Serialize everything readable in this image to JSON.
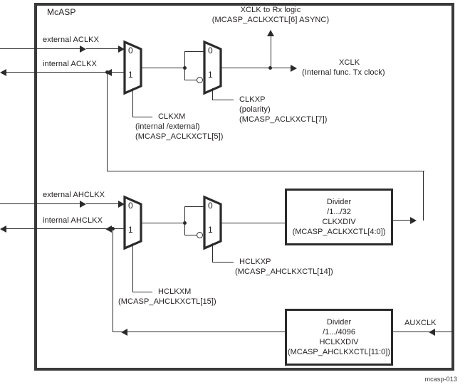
{
  "figure": {
    "id_label": "mcasp-013",
    "module_title": "McASP"
  },
  "signals": {
    "external_aclkx": "external ACLKX",
    "internal_aclkx": "internal ACLKX",
    "external_ahclkx": "external AHCLKX",
    "internal_ahclkx": "internal AHCLKX",
    "auxclk": "AUXCLK"
  },
  "outputs": {
    "rx_logic_line1": "XCLK to Rx logic",
    "rx_logic_line2": "(MCASP_ACLKXCTL[6] ASYNC)",
    "xclk_line1": "XCLK",
    "xclk_line2": "(Internal func. Tx clock)"
  },
  "controls": {
    "clkxm": {
      "name": "CLKXM",
      "desc": "(internal /external)",
      "reg": "(MCASP_ACLKXCTL[5])"
    },
    "clkxp": {
      "name": "CLKXP",
      "desc": "(polarity)",
      "reg": "(MCASP_ACLKXCTL[7])"
    },
    "hclkxp": {
      "name": "HCLKXP",
      "reg": "(MCASP_AHCLKXCTL[14])"
    },
    "hclkxm": {
      "name": "HCLKXM",
      "reg": "(MCASP_AHCLKXCTL[15])"
    }
  },
  "dividers": {
    "clkxdiv": {
      "title": "Divider",
      "range": "/1.../32",
      "name": "CLKXDIV",
      "reg": "(MCASP_ACLKXCTL[4:0])"
    },
    "hclkxdiv": {
      "title": "Divider",
      "range": "/1.../4096",
      "name": "HCLKXDIV",
      "reg": "(MCASP_AHCLKXCTL[11:0])"
    }
  },
  "mux_ports": {
    "zero": "0",
    "one": "1"
  },
  "colors": {
    "line": "#2b2b2b",
    "boundary": "#3a3a3a",
    "text": "#231f20",
    "background": "#ffffff"
  }
}
